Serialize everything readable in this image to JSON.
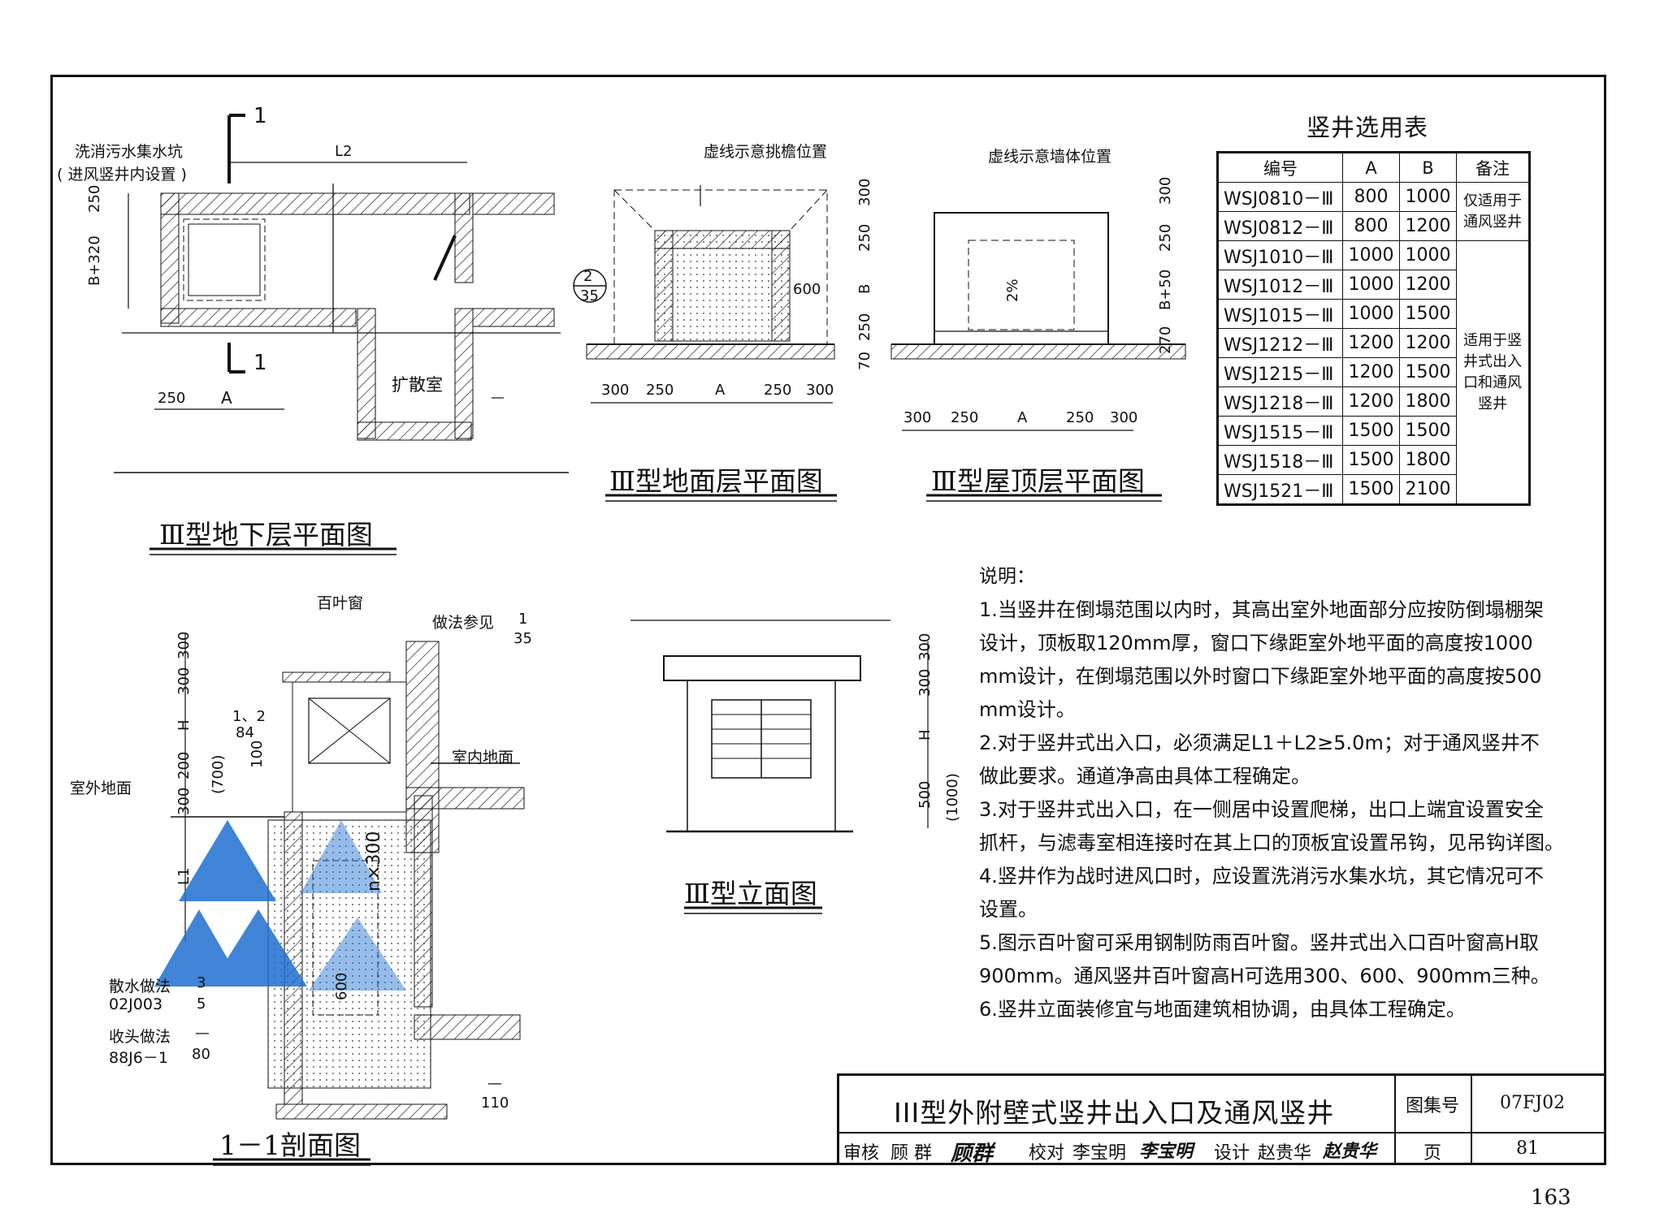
{
  "views": {
    "basement_plan": "Ⅲ型地下层平面图",
    "ground_plan": "Ⅲ型地面层平面图",
    "roof_plan": "Ⅲ型屋顶层平面图",
    "elevation": "Ⅲ型立面图",
    "section": "1－1剖面图"
  },
  "basement_labels": {
    "sump": "洗消污水集水坑",
    "sump_note": "( 进风竖井内设置 )",
    "diffusion_room": "扩散室",
    "section_mark": "1",
    "L2": "L2",
    "A": "A",
    "d250": "250",
    "B320": "B+320"
  },
  "ground_labels": {
    "dashed_note": "虚线示意挑檐位置",
    "ref_num": "2",
    "ref_den": "35",
    "d600": "600",
    "dims": [
      "300",
      "250",
      "A",
      "250",
      "300"
    ],
    "vdims": [
      "300",
      "250",
      "B",
      "250",
      "70"
    ]
  },
  "roof_labels": {
    "dashed_note": "虚线示意墙体位置",
    "slope": "2%",
    "dims": [
      "300",
      "250",
      "A",
      "250",
      "300"
    ],
    "vdims": [
      "300",
      "250",
      "B+50",
      "270"
    ]
  },
  "section_labels": {
    "louver": "百叶窗",
    "method_ref": "做法参见",
    "ref1_num": "1",
    "ref1_den": "35",
    "ref2_num": "1、2",
    "ref2_den": "84",
    "indoor": "室内地面",
    "outdoor": "室外地面",
    "apron": "散水做法",
    "apron_ref": "02J003",
    "apron_num": "3",
    "apron_den": "5",
    "finish": "收头做法",
    "finish_ref": "88J6－1",
    "finish_num": "—",
    "finish_den": "80",
    "ref3_num": "—",
    "ref3_den": "110",
    "ladder": "n×300",
    "d600": "600",
    "d100": "100",
    "vdims": [
      "300",
      "300",
      "H",
      "200",
      "300",
      "L1"
    ],
    "paren700": "(700)"
  },
  "elevation_labels": {
    "vdims": [
      "300",
      "300",
      "H",
      "500"
    ],
    "paren1000": "(1000)"
  },
  "table": {
    "title": "竖井选用表",
    "headers": [
      "编号",
      "A",
      "B",
      "备注"
    ],
    "rows": [
      {
        "code": "WSJ0810－Ⅲ",
        "a": "800",
        "b": "1000"
      },
      {
        "code": "WSJ0812－Ⅲ",
        "a": "800",
        "b": "1200"
      },
      {
        "code": "WSJ1010－Ⅲ",
        "a": "1000",
        "b": "1000"
      },
      {
        "code": "WSJ1012－Ⅲ",
        "a": "1000",
        "b": "1200"
      },
      {
        "code": "WSJ1015－Ⅲ",
        "a": "1000",
        "b": "1500"
      },
      {
        "code": "WSJ1212－Ⅲ",
        "a": "1200",
        "b": "1200"
      },
      {
        "code": "WSJ1215－Ⅲ",
        "a": "1200",
        "b": "1500"
      },
      {
        "code": "WSJ1218－Ⅲ",
        "a": "1200",
        "b": "1800"
      },
      {
        "code": "WSJ1515－Ⅲ",
        "a": "1500",
        "b": "1500"
      },
      {
        "code": "WSJ1518－Ⅲ",
        "a": "1500",
        "b": "1800"
      },
      {
        "code": "WSJ1521－Ⅲ",
        "a": "1500",
        "b": "2100"
      }
    ],
    "remark1": "仅适用于通风竖井",
    "remark2": "适用于竖井式出入口和通风竖井"
  },
  "notes": {
    "heading": "说明：",
    "items": [
      "1.当竖井在倒塌范围以内时，其高出室外地面部分应按防倒塌棚架",
      "设计，顶板取120mm厚，窗口下缘距室外地平面的高度按1000",
      "mm设计，在倒塌范围以外时窗口下缘距室外地平面的高度按500",
      "mm设计。",
      "2.对于竖井式出入口，必须满足L1＋L2≥5.0m；对于通风竖井不",
      "做此要求。通道净高由具体工程确定。",
      "3.对于竖井式出入口，在一侧居中设置爬梯，出口上端宜设置安全",
      "抓杆，与滤毒室相连接时在其上口的顶板宜设置吊钩，见吊钩详图。",
      "4.竖井作为战时进风口时，应设置洗消污水集水坑，其它情况可不",
      "设置。",
      "5.图示百叶窗可采用钢制防雨百叶窗。竖井式出入口百叶窗高H取",
      "900mm。通风竖井百叶窗高H可选用300、600、900mm三种。",
      "6.竖井立面装修宜与地面建筑相协调，由具体工程确定。"
    ]
  },
  "title_block": {
    "title": "III型外附壁式竖井出入口及通风竖井",
    "atlas_label": "图集号",
    "atlas_no": "07FJ02",
    "page_label": "页",
    "page_no": "81",
    "review": "审核",
    "reviewer": "顾 群",
    "reviewer_sig": "顾群",
    "check": "校对",
    "checker": "李宝明",
    "checker_sig": "李宝明",
    "design": "设计",
    "designer": "赵贵华",
    "designer_sig": "赵贵华"
  },
  "page_number": "163"
}
